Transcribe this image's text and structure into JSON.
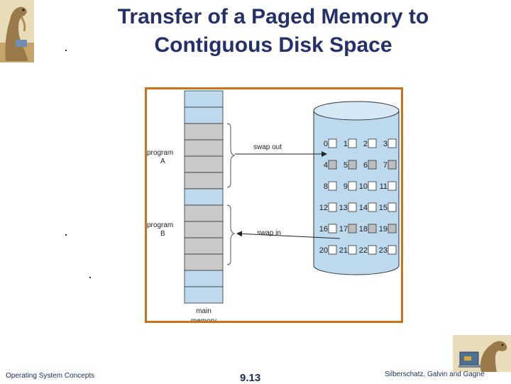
{
  "slide": {
    "title_line1": "Transfer of a Paged Memory to",
    "title_line2": "Contiguous Disk Space"
  },
  "diagram": {
    "program_a_line1": "program",
    "program_a_line2": "A",
    "program_b_line1": "program",
    "program_b_line2": "B",
    "swap_out": "swap out",
    "swap_in": "swap in",
    "memory_line1": "main",
    "memory_line2": "memory",
    "disk_blocks": [
      "0",
      "1",
      "2",
      "3",
      "4",
      "5",
      "6",
      "7",
      "8",
      "9",
      "10",
      "11",
      "12",
      "13",
      "14",
      "15",
      "16",
      "17",
      "18",
      "19",
      "20",
      "21",
      "22",
      "23"
    ],
    "shaded_blocks": [
      "4",
      "5",
      "6",
      "7",
      "17",
      "18",
      "19"
    ]
  },
  "footer": {
    "left": "Operating System Concepts",
    "page": "9.13",
    "right": "Silberschatz, Galvin and Gagne"
  },
  "colors": {
    "title": "#24306b",
    "frame": "#c9731f",
    "memory_blue": "#bcd9ee",
    "memory_gray": "#c9c9c9",
    "disk_blue": "#bcd9ee",
    "block_gray": "#bdbdbd"
  },
  "icons": {
    "top_left": "dinosaur-logo-icon",
    "bottom_right": "dinosaur-laptop-icon"
  }
}
